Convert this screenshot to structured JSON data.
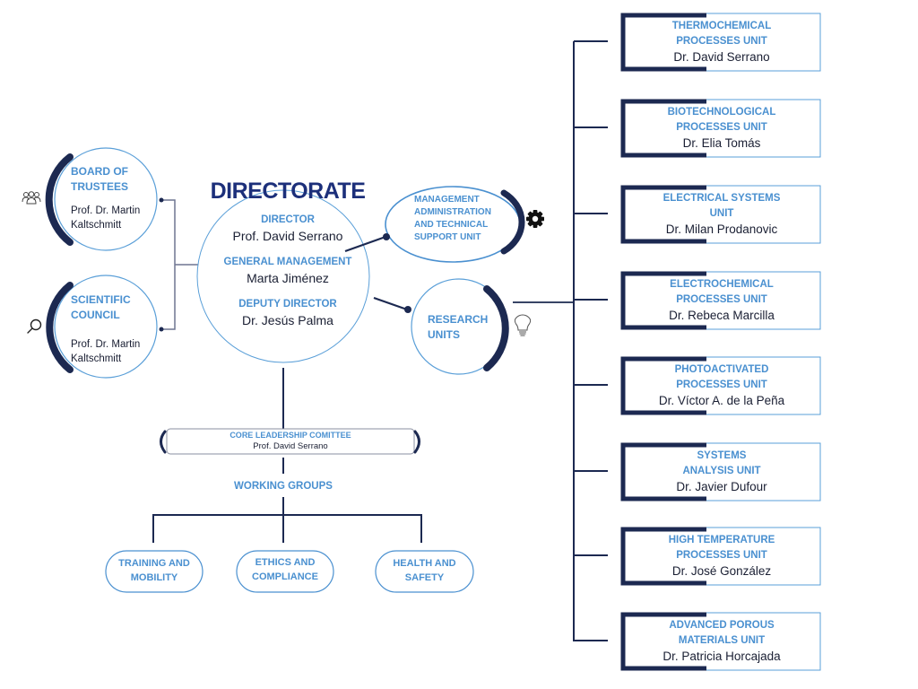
{
  "colors": {
    "navy": "#1c2951",
    "accent_blue": "#4a90d0",
    "thin_outline": "#5a9fd8",
    "text_dark": "#1a1f33",
    "grey_line": "#6e7590"
  },
  "directorate": {
    "title": "DIRECTORATE",
    "roles": [
      {
        "label": "DIRECTOR",
        "name": "Prof. David Serrano"
      },
      {
        "label": "GENERAL MANAGEMENT",
        "name": "Marta Jiménez"
      },
      {
        "label": "DEPUTY DIRECTOR",
        "name": "Dr. Jesús Palma"
      }
    ]
  },
  "board_of_trustees": {
    "title_line1": "BOARD OF",
    "title_line2": "TRUSTEES",
    "name_line1": "Prof. Dr. Martin",
    "name_line2": "Kaltschmitt",
    "icon": "people-group-icon"
  },
  "scientific_council": {
    "title_line1": "SCIENTIFIC",
    "title_line2": "COUNCIL",
    "name_line1": "Prof. Dr. Martin",
    "name_line2": "Kaltschmitt",
    "icon": "magnifier-icon"
  },
  "management_unit": {
    "lines": [
      "MANAGEMENT",
      "ADMINISTRATION",
      "AND TECHNICAL",
      "SUPPORT UNIT"
    ],
    "icon": "gear-icon"
  },
  "research_units": {
    "title_line1": "RESEARCH",
    "title_line2": "UNITS",
    "icon": "lightbulb-icon"
  },
  "core_leadership": {
    "title": "CORE LEADERSHIP COMITTEE",
    "name": "Prof. David Serrano"
  },
  "working_groups": {
    "title": "WORKING GROUPS",
    "groups": [
      {
        "line1": "TRAINING AND",
        "line2": "MOBILITY"
      },
      {
        "line1": "ETHICS AND",
        "line2": "COMPLIANCE"
      },
      {
        "line1": "HEALTH AND",
        "line2": "SAFETY"
      }
    ]
  },
  "units": [
    {
      "line1": "THERMOCHEMICAL",
      "line2": "PROCESSES UNIT",
      "head": "Dr. David Serrano"
    },
    {
      "line1": "BIOTECHNOLOGICAL",
      "line2": "PROCESSES UNIT",
      "head": "Dr. Elia Tomás"
    },
    {
      "line1": "ELECTRICAL SYSTEMS",
      "line2": "UNIT",
      "head": "Dr. Milan Prodanovic"
    },
    {
      "line1": "ELECTROCHEMICAL",
      "line2": "PROCESSES UNIT",
      "head": "Dr. Rebeca Marcilla"
    },
    {
      "line1": "PHOTOACTIVATED",
      "line2": "PROCESSES UNIT",
      "head": "Dr. Víctor A. de la Peña"
    },
    {
      "line1": "SYSTEMS",
      "line2": "ANALYSIS UNIT",
      "head": "Dr. Javier Dufour"
    },
    {
      "line1": "HIGH TEMPERATURE",
      "line2": "PROCESSES UNIT",
      "head": "Dr. José González"
    },
    {
      "line1": "ADVANCED POROUS",
      "line2": "MATERIALS UNIT",
      "head": "Dr. Patricia Horcajada"
    }
  ]
}
